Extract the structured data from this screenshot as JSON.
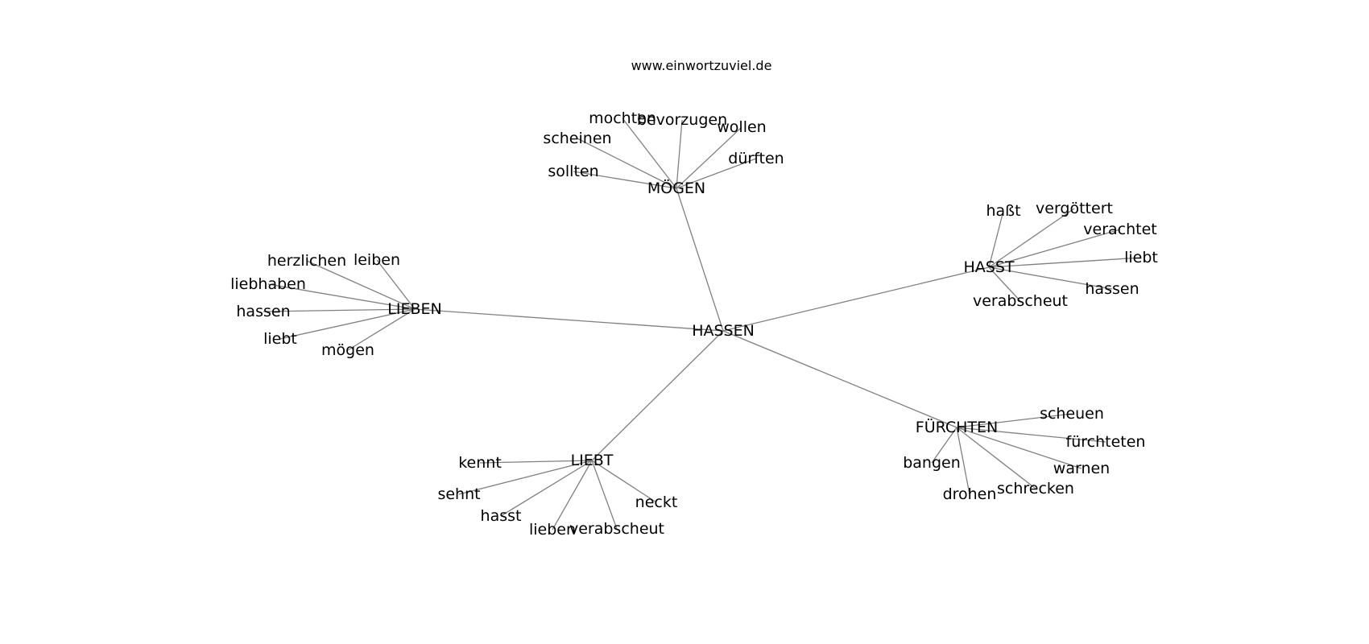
{
  "header": {
    "site": "www.einwortzuviel.de"
  },
  "colors": {
    "edge": "#808080",
    "text": "#000000",
    "background": "#ffffff"
  },
  "graph": {
    "root": "HASSEN",
    "hubs": [
      {
        "id": "mogen",
        "label": "MÖGEN",
        "leaves": [
          "mochten",
          "bevorzugen",
          "wollen",
          "scheinen",
          "dürften",
          "sollten"
        ]
      },
      {
        "id": "hasst",
        "label": "HASST",
        "leaves": [
          "haßt",
          "vergöttert",
          "verachtet",
          "liebt",
          "hassen",
          "verabscheut"
        ]
      },
      {
        "id": "lieben",
        "label": "LIEBEN",
        "leaves": [
          "herzlichen",
          "leiben",
          "liebhaben",
          "hassen",
          "liebt",
          "mögen"
        ]
      },
      {
        "id": "furchten",
        "label": "FÜRCHTEN",
        "leaves": [
          "scheuen",
          "fürchteten",
          "warnen",
          "bangen",
          "schrecken",
          "drohen"
        ]
      },
      {
        "id": "liebt",
        "label": "LIEBT",
        "leaves": [
          "kennt",
          "sehnt",
          "hasst",
          "neckt",
          "lieben",
          "verabscheut"
        ]
      }
    ]
  }
}
